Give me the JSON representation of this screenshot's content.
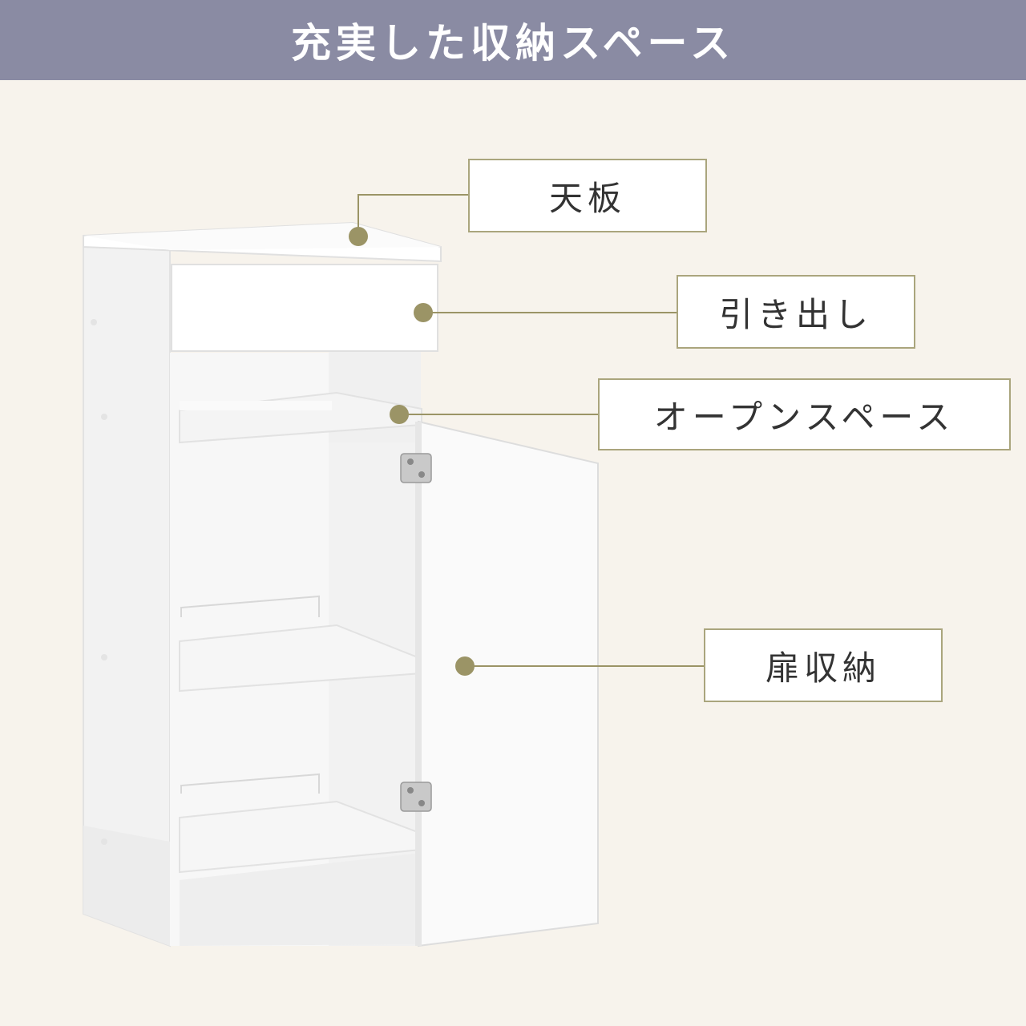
{
  "header": {
    "title": "充実した収納スペース"
  },
  "labels": {
    "top_board": "天板",
    "drawer": "引き出し",
    "open_space": "オープンスペース",
    "door_storage": "扉収納"
  },
  "colors": {
    "header_bg": "#8a8ba3",
    "background": "#f7f3ec",
    "accent": "#9b9466",
    "box_border": "#aaa57d"
  }
}
